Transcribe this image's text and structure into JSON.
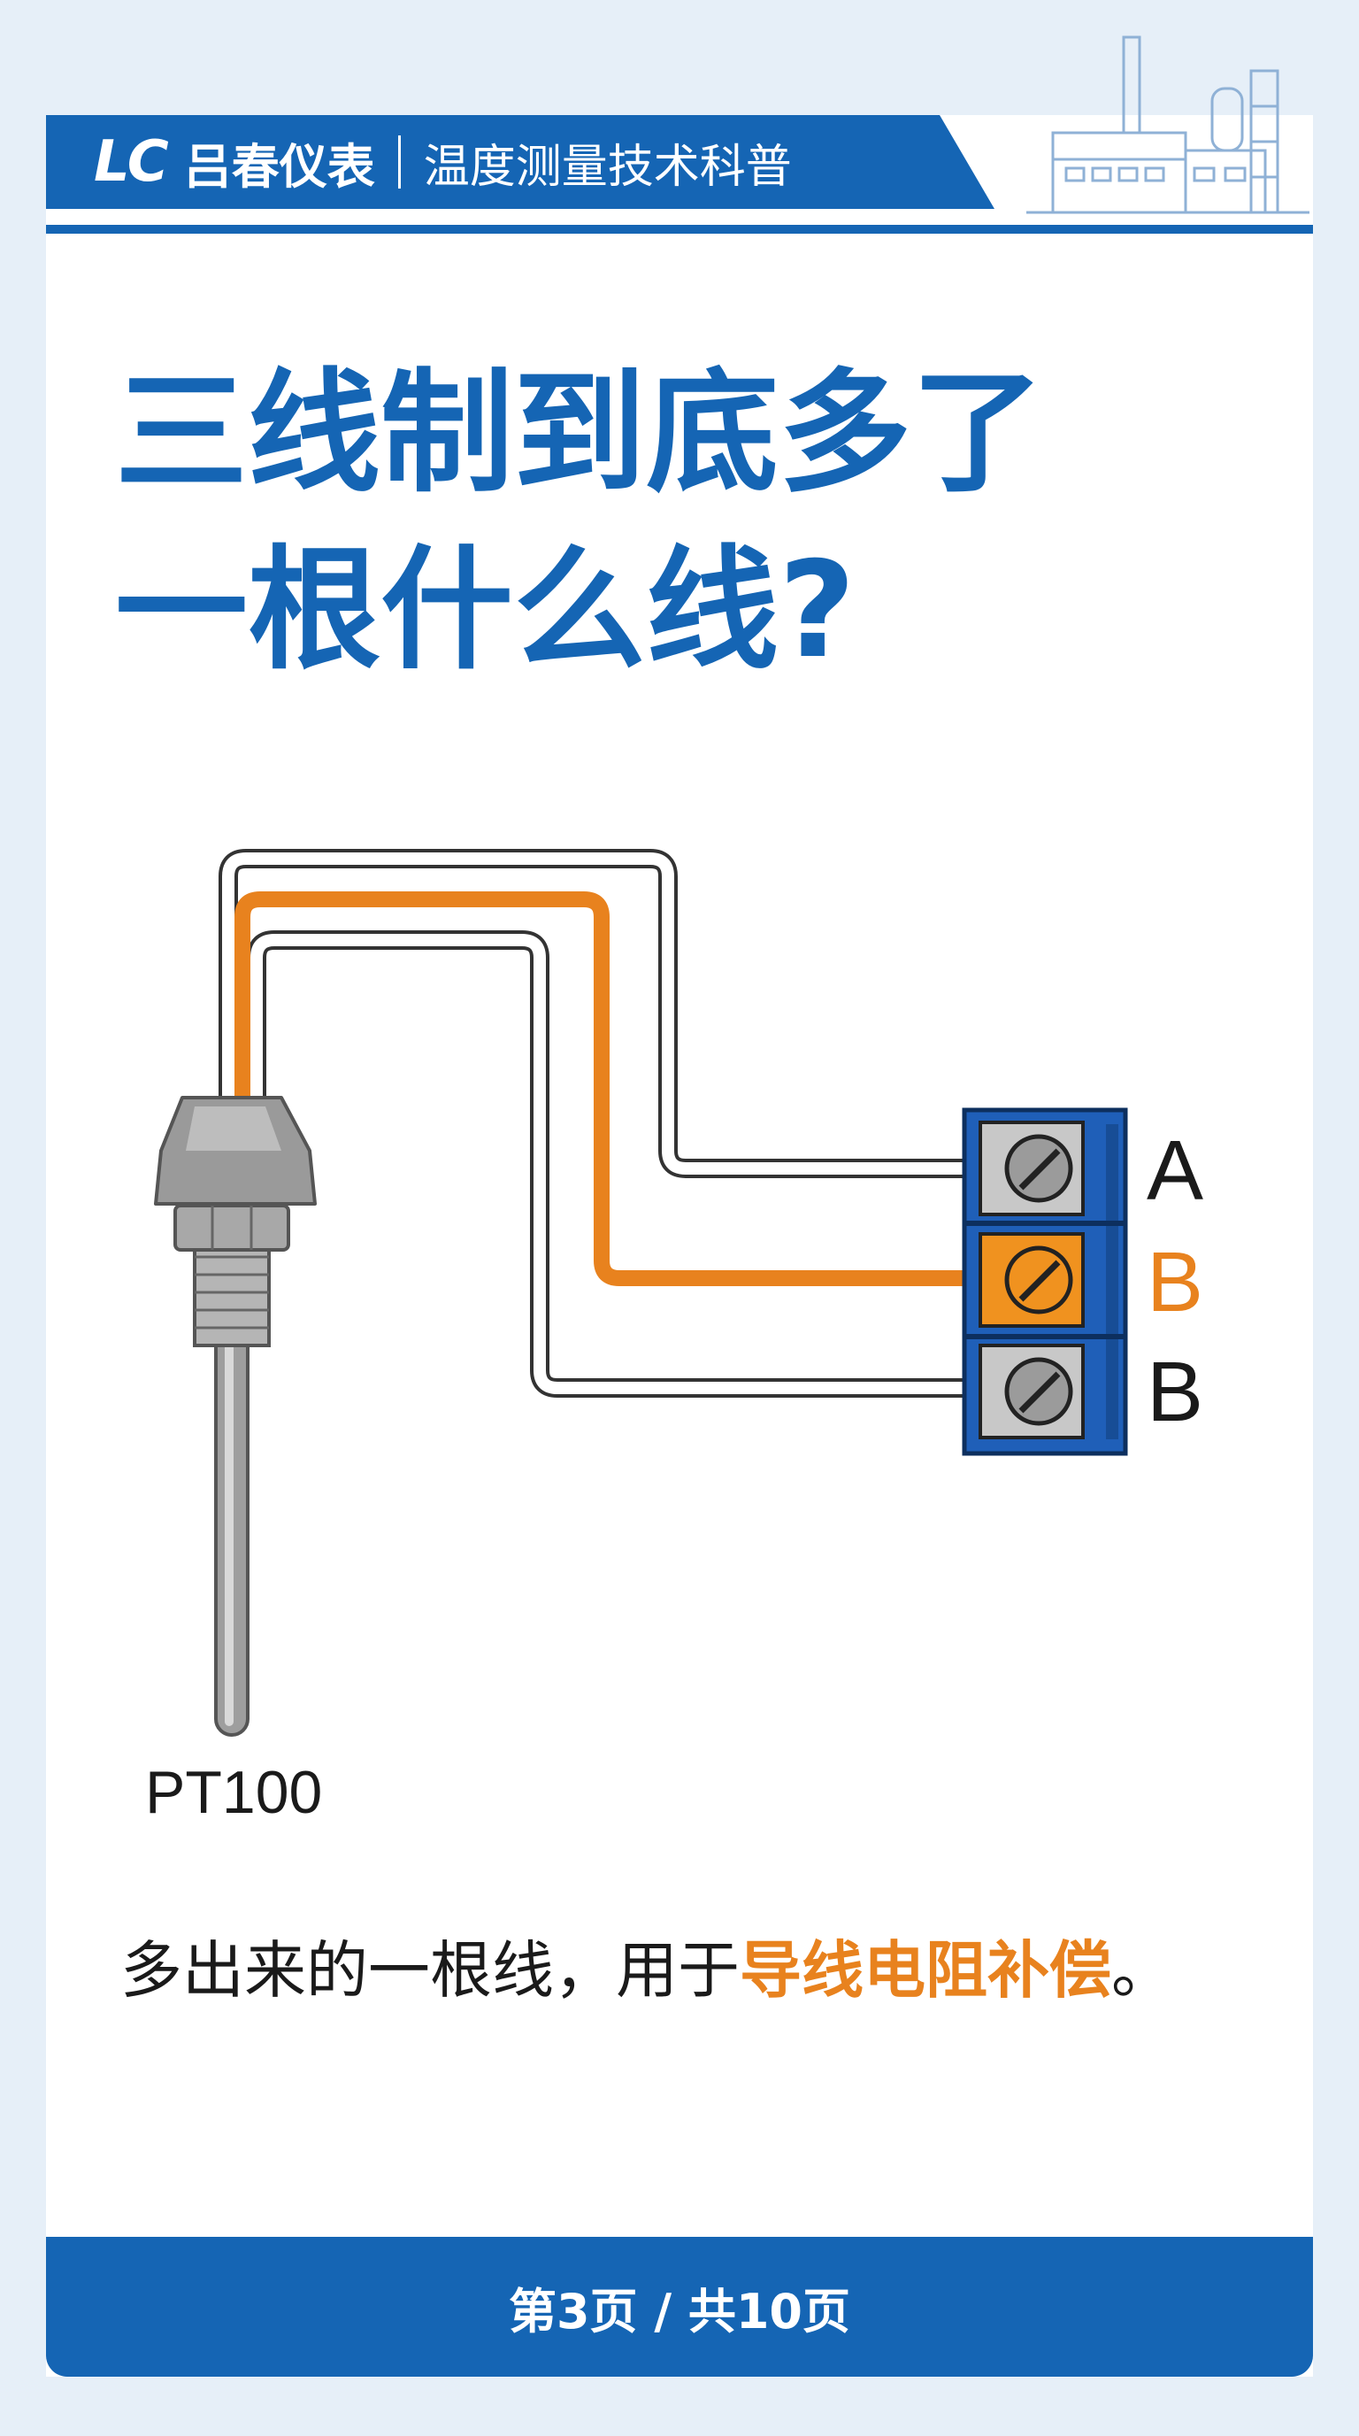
{
  "header": {
    "logo_mark": "LC",
    "brand": "吕春仪表",
    "subtitle": "温度测量技术科普"
  },
  "title": {
    "line1": "三线制到底多了",
    "line2": "一根什么线?"
  },
  "diagram": {
    "terminals": [
      {
        "label": "A",
        "color": "#1a1a1a"
      },
      {
        "label": "B",
        "color": "#e8821e"
      },
      {
        "label": "B",
        "color": "#1a1a1a"
      }
    ],
    "sensor_label": "PT100",
    "colors": {
      "accent": "#1565b4",
      "highlight": "#e8821e",
      "terminal_block": "#1f5fb8",
      "probe": "#a9a9a9"
    }
  },
  "caption": {
    "text": "多出来的一根线，用于",
    "highlight": "导线电阻补偿",
    "end": "。"
  },
  "footer": {
    "page_indicator": "第3页 / 共10页"
  }
}
